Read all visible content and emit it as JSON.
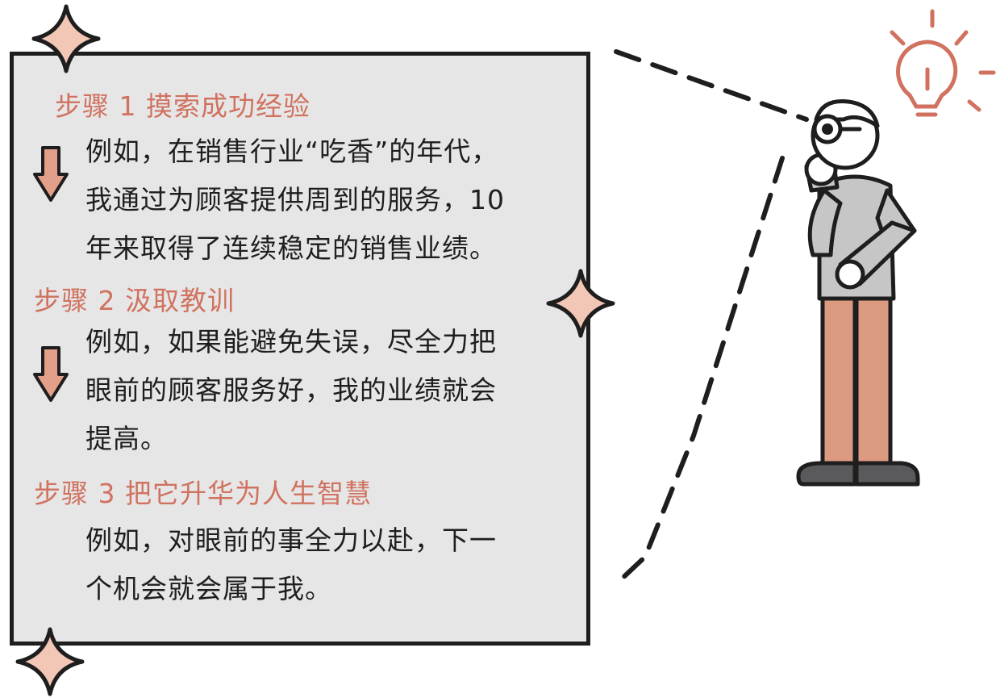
{
  "steps": [
    {
      "title": "步骤 1  摸索成功经验",
      "lines": [
        "例如，在销售行业“吃香”的年代，",
        "我通过为顾客提供周到的服务，10",
        "年来取得了连续稳定的销售业绩。"
      ]
    },
    {
      "title": "步骤 2  汲取教训",
      "lines": [
        "例如，如果能避免失误，尽全力把",
        "眼前的顾客服务好，我的业绩就会",
        "提高。"
      ]
    },
    {
      "title": "步骤 3  把它升华为人生智慧",
      "lines": [
        "例如，对眼前的事全力以赴，下一",
        "个机会就会属于我。"
      ]
    }
  ],
  "colors": {
    "accent": "#d0725f",
    "panel": "#e6e6e7",
    "outline": "#1e1e1e",
    "shirt": "#c6c6c6",
    "pants": "#dc9a80",
    "shoes": "#5a5a5c",
    "sparkle": "#f2c7b6"
  },
  "icons": [
    "down-arrow-icon",
    "sparkle-icon",
    "lightbulb-icon",
    "thinking-person-illustration"
  ]
}
